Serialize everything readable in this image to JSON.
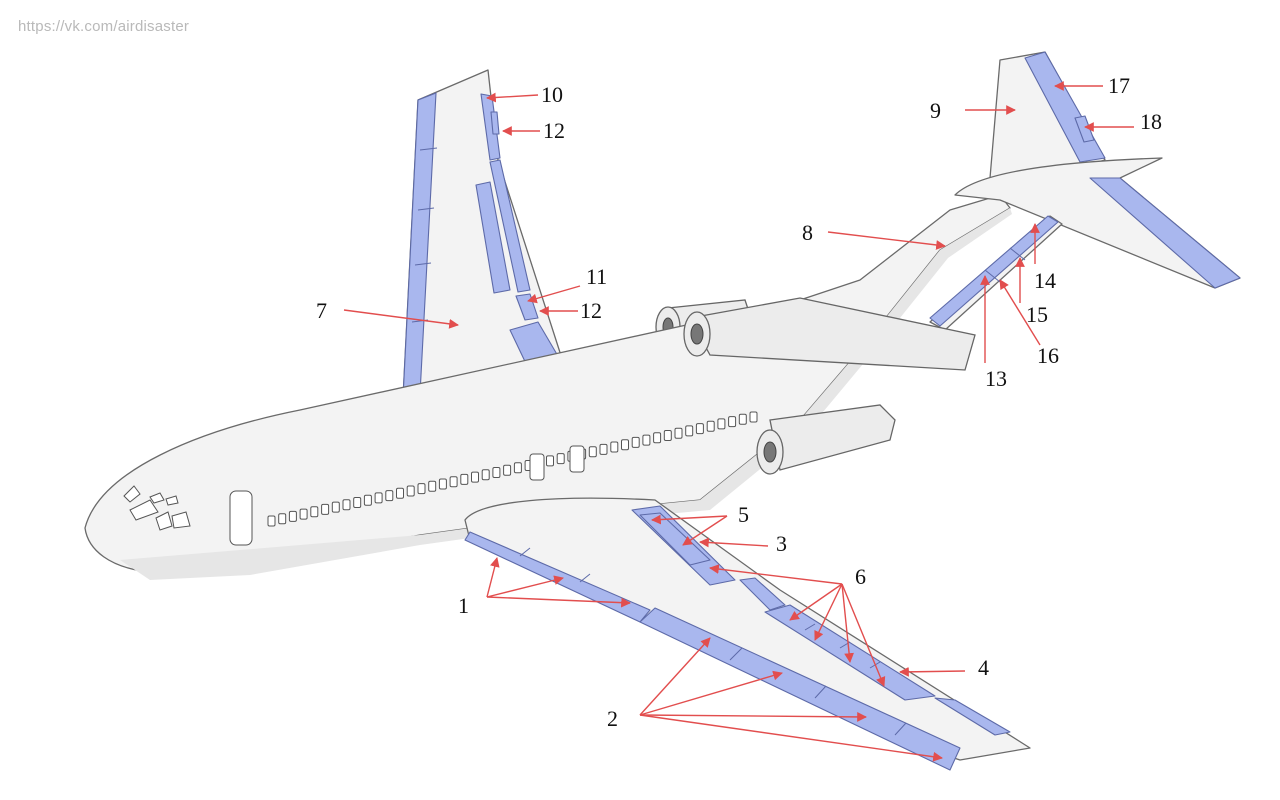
{
  "watermark": "https://vk.com/airdisaster",
  "colors": {
    "control_surface": "#a9b7ee",
    "arrow": "#e24e4e",
    "airframe": "#f3f3f3"
  },
  "labels": {
    "l1": "1",
    "l2": "2",
    "l3": "3",
    "l4": "4",
    "l5": "5",
    "l6": "6",
    "l7": "7",
    "l8": "8",
    "l9": "9",
    "l10": "10",
    "l11": "11",
    "l12a": "12",
    "l12b": "12",
    "l13": "13",
    "l14": "14",
    "l15": "15",
    "l16": "16",
    "l17": "17",
    "l18": "18"
  }
}
